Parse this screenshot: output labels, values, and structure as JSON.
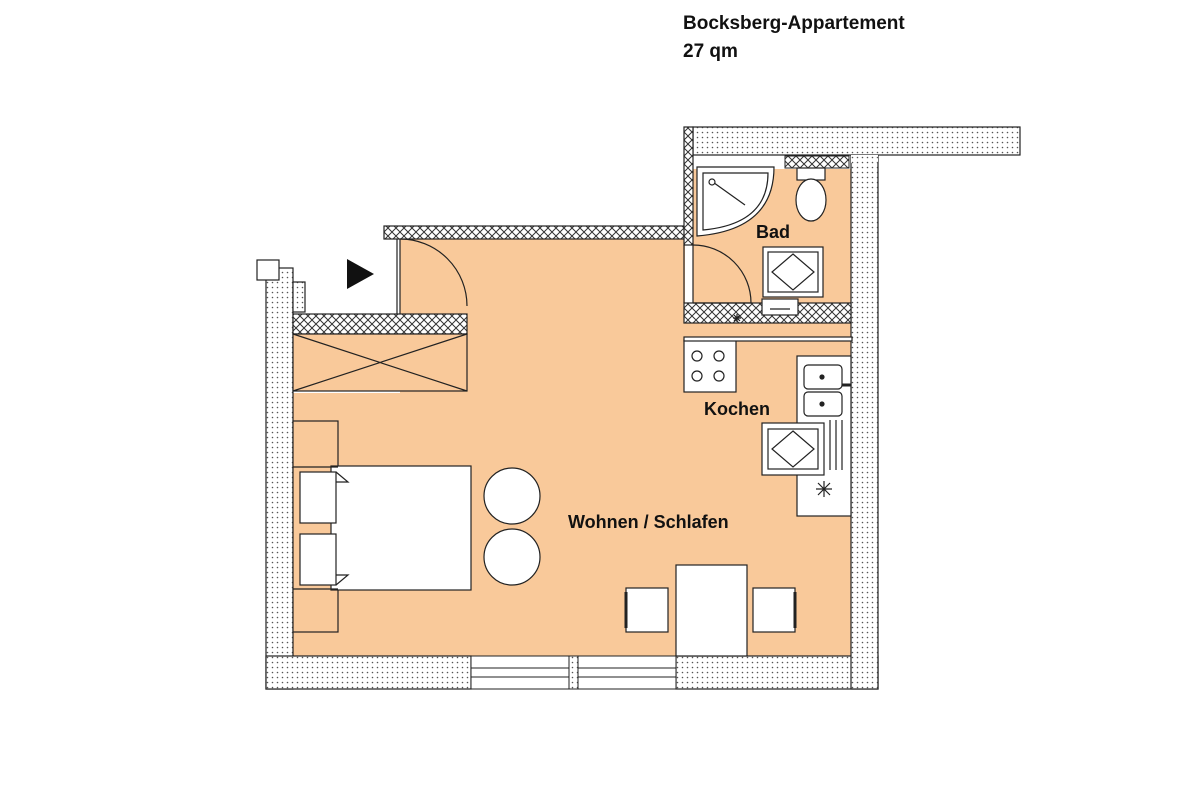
{
  "header": {
    "title": "Bocksberg-Appartement",
    "area": "27 qm"
  },
  "rooms": {
    "bath": "Bad",
    "kitchen": "Kochen",
    "living": "Wohnen / Schlafen"
  },
  "colors": {
    "floor": "#f9c99a",
    "wall_outline": "#222222",
    "background": "#ffffff"
  },
  "icons": {
    "entrance": "entrance-arrow-icon"
  }
}
